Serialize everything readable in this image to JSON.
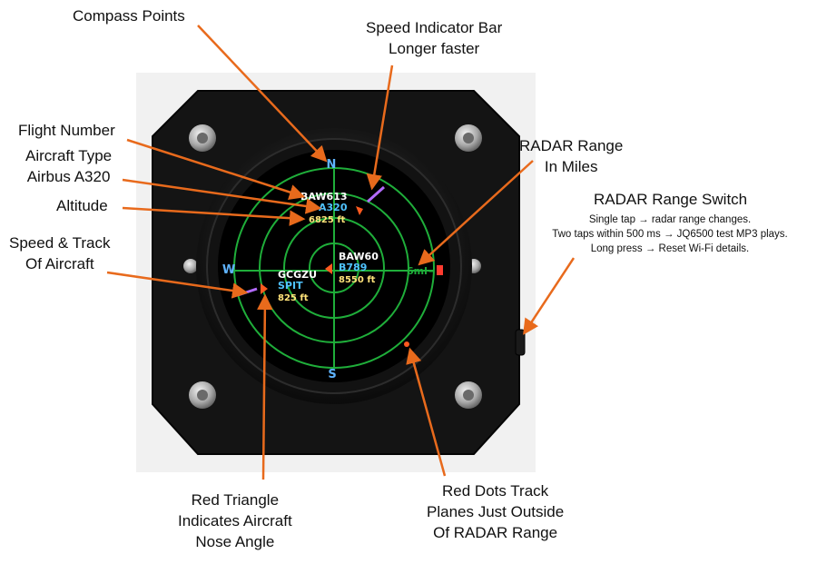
{
  "callouts": {
    "compass_points": "Compass Points",
    "speed_bar_line1": "Speed Indicator Bar",
    "speed_bar_line2": "Longer faster",
    "flight_number": "Flight Number",
    "aircraft_type_line1": "Aircraft Type",
    "aircraft_type_line2": "Airbus A320",
    "altitude": "Altitude",
    "speed_track_line1": "Speed & Track",
    "speed_track_line2": "Of Aircraft",
    "radar_range_line1": "RADAR Range",
    "radar_range_line2": "In Miles",
    "range_switch_title": "RADAR Range Switch",
    "range_switch_note1": "Single tap → radar range changes.",
    "range_switch_note2": "Two taps within 500 ms → JQ6500 test MP3 plays.",
    "range_switch_note3": "Long press → Reset Wi-Fi details.",
    "red_triangle_line1": "Red Triangle",
    "red_triangle_line2": "Indicates Aircraft",
    "red_triangle_line3": "Nose Angle",
    "red_dots_line1": "Red Dots Track",
    "red_dots_line2": "Planes Just Outside",
    "red_dots_line3": "Of RADAR Range"
  },
  "radar": {
    "compass": {
      "north": "N",
      "south": "S",
      "west": "W"
    },
    "range_label": "6ml",
    "aircraft": [
      {
        "flight": "BAW613",
        "type": "A320",
        "altitude": "6825 ft"
      },
      {
        "flight": "BAW60",
        "type": "B789",
        "altitude": "8550 ft"
      },
      {
        "flight": "GCGZU",
        "type": "SPIT",
        "altitude": "825 ft"
      }
    ]
  },
  "colors": {
    "grid": "#1fae3a",
    "compass_text": "#5fb4ff",
    "flight_text": "#ffffff",
    "type_text": "#4fc3ff",
    "altitude_text": "#ffe37a",
    "speed_bar": "#b36bff",
    "marker": "#ff5a1f",
    "arrow": "#e86a1c"
  }
}
